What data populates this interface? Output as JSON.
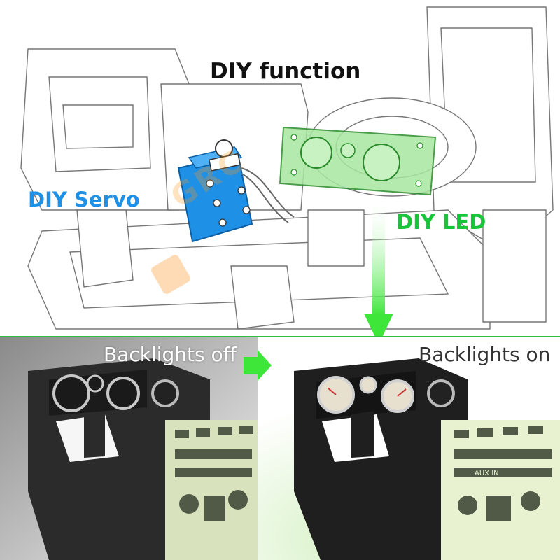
{
  "labels": {
    "title": "DIY function",
    "servo": "DIY Servo",
    "led": "DIY LED",
    "backlights_off": "Backlights off",
    "backlights_on": "Backlights on"
  },
  "watermark": "GRC",
  "bezel_text": "AUX IN",
  "colors": {
    "servo_blue": "#1e90e6",
    "led_green": "#18c43a",
    "arrow_green": "#3ee63a",
    "frame_green": "#2fbf3a",
    "cockpit_off": "#2b2b2b",
    "cockpit_on": "#1f1f1f",
    "backlight_glow": "#e9f2d0"
  },
  "icons": [
    "arrow-right-icon",
    "arrow-down-icon",
    "servo-icon",
    "led-board-icon"
  ]
}
